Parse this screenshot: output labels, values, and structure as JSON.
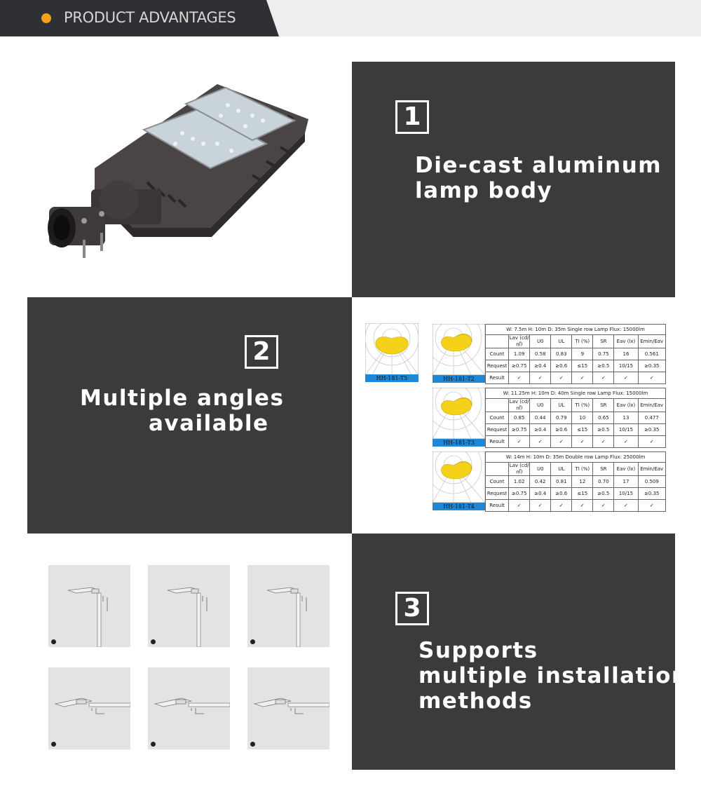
{
  "header": {
    "title": "PRODUCT ADVANTAGES",
    "accent_color": "#f2a21a"
  },
  "features": [
    {
      "number": "1",
      "lines": [
        "Die-cast aluminum",
        "lamp body"
      ]
    },
    {
      "number": "2",
      "lines": [
        "Multiple angles",
        "available"
      ]
    },
    {
      "number": "3",
      "lines": [
        "Supports",
        "multiple installation",
        "methods"
      ]
    }
  ],
  "distribution": {
    "solo_caption": "HH-181-T5",
    "tables": [
      {
        "caption": "HH-181-T2",
        "title": "W: 7.5m  H: 10m  D: 35m  Single row  Lamp Flux: 15000lm",
        "headers": [
          "Lav (cd/㎡)",
          "U0",
          "UL",
          "TI (%)",
          "SR",
          "Eav (lx)",
          "Emin/Eav"
        ],
        "rows": [
          {
            "label": "Count",
            "cells": [
              "1.09",
              "0.58",
              "0.83",
              "9",
              "0.75",
              "16",
              "0.561"
            ]
          },
          {
            "label": "Request",
            "cells": [
              "≥0.75",
              "≥0.4",
              "≥0.6",
              "≤15",
              "≥0.5",
              "10/15",
              "≥0.35"
            ]
          },
          {
            "label": "Result",
            "cells": [
              "✓",
              "✓",
              "✓",
              "✓",
              "✓",
              "✓",
              "✓"
            ]
          }
        ]
      },
      {
        "caption": "HH-181-T3",
        "title": "W: 11.25m  H: 10m  D: 40m  Single row  Lamp Flux: 15000lm",
        "headers": [
          "Lav (cd/㎡)",
          "U0",
          "UL",
          "TI (%)",
          "SR",
          "Eav (lx)",
          "Emin/Eav"
        ],
        "rows": [
          {
            "label": "Count",
            "cells": [
              "0.85",
              "0.44",
              "0.79",
              "10",
              "0.65",
              "13",
              "0.477"
            ]
          },
          {
            "label": "Request",
            "cells": [
              "≥0.75",
              "≥0.4",
              "≥0.6",
              "≤15",
              "≥0.5",
              "10/15",
              "≥0.35"
            ]
          },
          {
            "label": "Result",
            "cells": [
              "✓",
              "✓",
              "✓",
              "✓",
              "✓",
              "✓",
              "✓"
            ]
          }
        ]
      },
      {
        "caption": "HH-181-T4",
        "title": "W: 14m  H: 10m  D: 35m  Double row  Lamp Flux: 25000lm",
        "headers": [
          "Lav (cd/㎡)",
          "U0",
          "UL",
          "TI (%)",
          "SR",
          "Eav (lx)",
          "Emin/Eav"
        ],
        "rows": [
          {
            "label": "Count",
            "cells": [
              "1.02",
              "0.42",
              "0.81",
              "12",
              "0.70",
              "17",
              "0.509"
            ]
          },
          {
            "label": "Request",
            "cells": [
              "≥0.75",
              "≥0.4",
              "≥0.6",
              "≤15",
              "≥0.5",
              "10/15",
              "≥0.35"
            ]
          },
          {
            "label": "Result",
            "cells": [
              "✓",
              "✓",
              "✓",
              "✓",
              "✓",
              "✓",
              "✓"
            ]
          }
        ]
      }
    ]
  },
  "colors": {
    "panel": "#3b3b3b",
    "header_tab": "#2e3033",
    "beam": "#f5d21a",
    "caption_bar": "#1e88d6"
  }
}
